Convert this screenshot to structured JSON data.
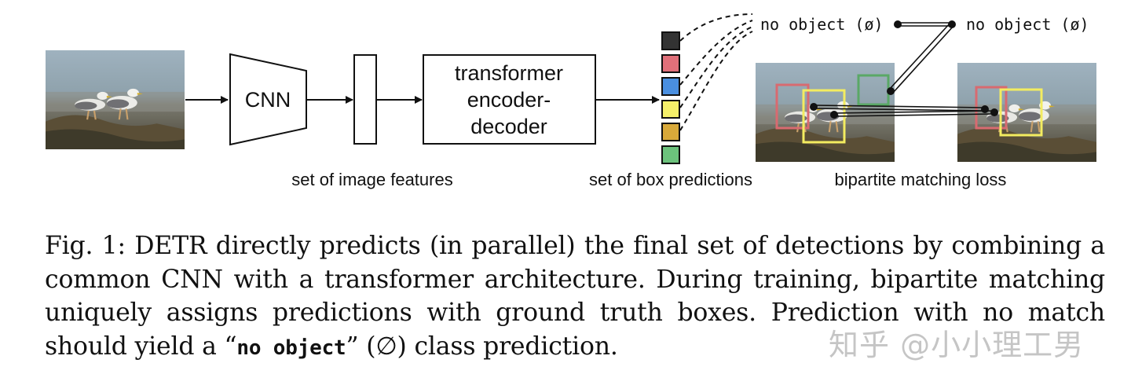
{
  "diagram": {
    "cnn_label": "CNN",
    "transformer_label_lines": [
      "transformer",
      "encoder-",
      "decoder"
    ],
    "image_features_label": "set of image features",
    "box_predictions_label": "set of box predictions",
    "matching_label": "bipartite matching loss",
    "no_object_left": "no object (ø)",
    "no_object_right": "no object (ø)",
    "prediction_colors": [
      "#333333",
      "#e0707a",
      "#4a8fe0",
      "#f5f06a",
      "#d8a93a",
      "#6cc27c"
    ]
  },
  "caption": {
    "prefix": "Fig. 1: DETR directly predicts (in parallel) the final set of detections by combining a common CNN with a transformer architecture. During training, bipartite matching uniquely assigns predictions with ground truth boxes. Prediction with no match should yield a “",
    "code": "no object",
    "suffix": "” (∅) class prediction."
  },
  "watermark": "知乎 @小小理工男"
}
